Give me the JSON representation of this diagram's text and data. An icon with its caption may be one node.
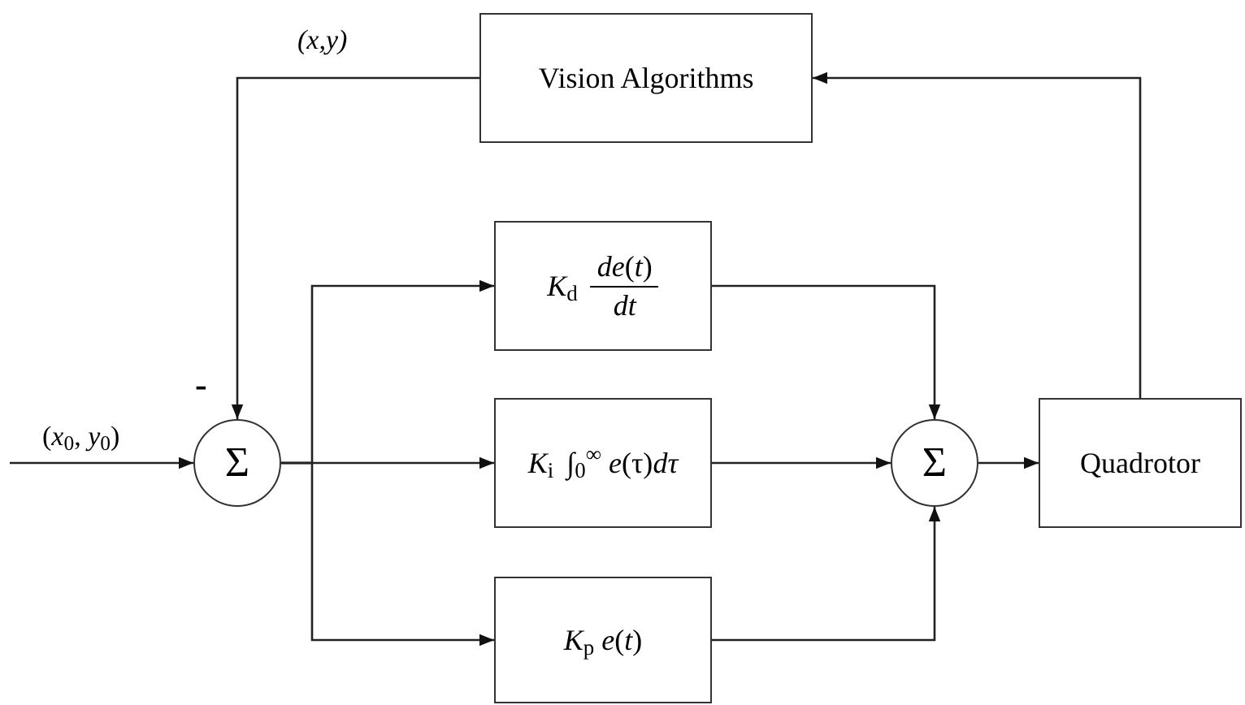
{
  "diagram": {
    "nodes": [
      {
        "text": [
          "Vision Algorithms"
        ]
      },
      {
        "text": [
          "Σ"
        ]
      },
      {
        "text": [
          "*K*$_{d}$",
          "*de*(*t*)",
          "*dt*"
        ]
      },
      {
        "text": [
          "*K*$_{i}$",
          "∫$_{0}$$^{∞}$ *e*(τ)*dτ*"
        ]
      },
      {
        "text": [
          "Σ"
        ]
      },
      {
        "text": [
          "Quadrotor"
        ]
      },
      {
        "text": [
          "*K*$_{p}$ *e*(*t*)"
        ]
      }
    ],
    "edges": [
      {
        "from": null,
        "to": 1,
        "arrow": "to",
        "label": "(*x*$_{0}$, *y*$_{0}$)"
      },
      {
        "from": 0,
        "to": 1,
        "arrow": "to",
        "label": "(x,y)"
      },
      {
        "from": 1,
        "to": 2,
        "arrow": "to"
      },
      {
        "from": 1,
        "to": 3,
        "arrow": "to"
      },
      {
        "from": 1,
        "to": 6,
        "arrow": "to"
      },
      {
        "from": 2,
        "to": 4,
        "arrow": "to"
      },
      {
        "from": 3,
        "to": 4,
        "arrow": "to"
      },
      {
        "from": 6,
        "to": 4,
        "arrow": "to"
      },
      {
        "from": 4,
        "to": 5,
        "arrow": "to"
      },
      {
        "from": 5,
        "to": 0,
        "arrow": "to"
      }
    ],
    "labels": [
      "-"
    ]
  }
}
